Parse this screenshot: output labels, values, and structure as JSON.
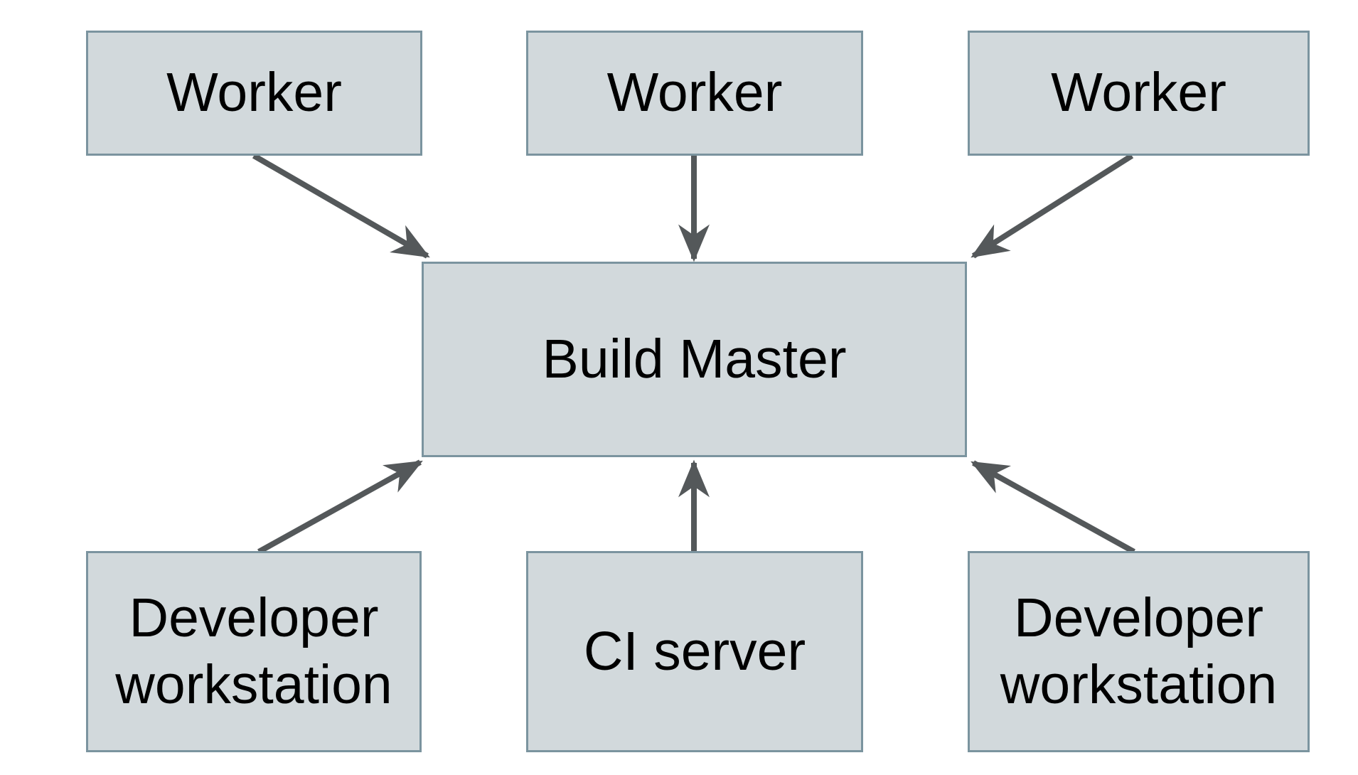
{
  "colors": {
    "background": "#ffffff",
    "node_fill": "#d2d9dc",
    "node_border": "#7b949f",
    "arrow_color": "#54585a",
    "text_color": "#000000"
  },
  "nodes": {
    "worker_top_left": {
      "label": "Worker"
    },
    "worker_top_middle": {
      "label": "Worker"
    },
    "worker_top_right": {
      "label": "Worker"
    },
    "build_master": {
      "label": "Build Master"
    },
    "developer_workstation_left": {
      "label": "Developer workstation"
    },
    "ci_server": {
      "label": "CI server"
    },
    "developer_workstation_right": {
      "label": "Developer workstation"
    }
  },
  "edges": [
    {
      "from": "worker_top_left",
      "to": "build_master"
    },
    {
      "from": "worker_top_middle",
      "to": "build_master"
    },
    {
      "from": "worker_top_right",
      "to": "build_master"
    },
    {
      "from": "developer_workstation_left",
      "to": "build_master"
    },
    {
      "from": "ci_server",
      "to": "build_master"
    },
    {
      "from": "developer_workstation_right",
      "to": "build_master"
    }
  ]
}
